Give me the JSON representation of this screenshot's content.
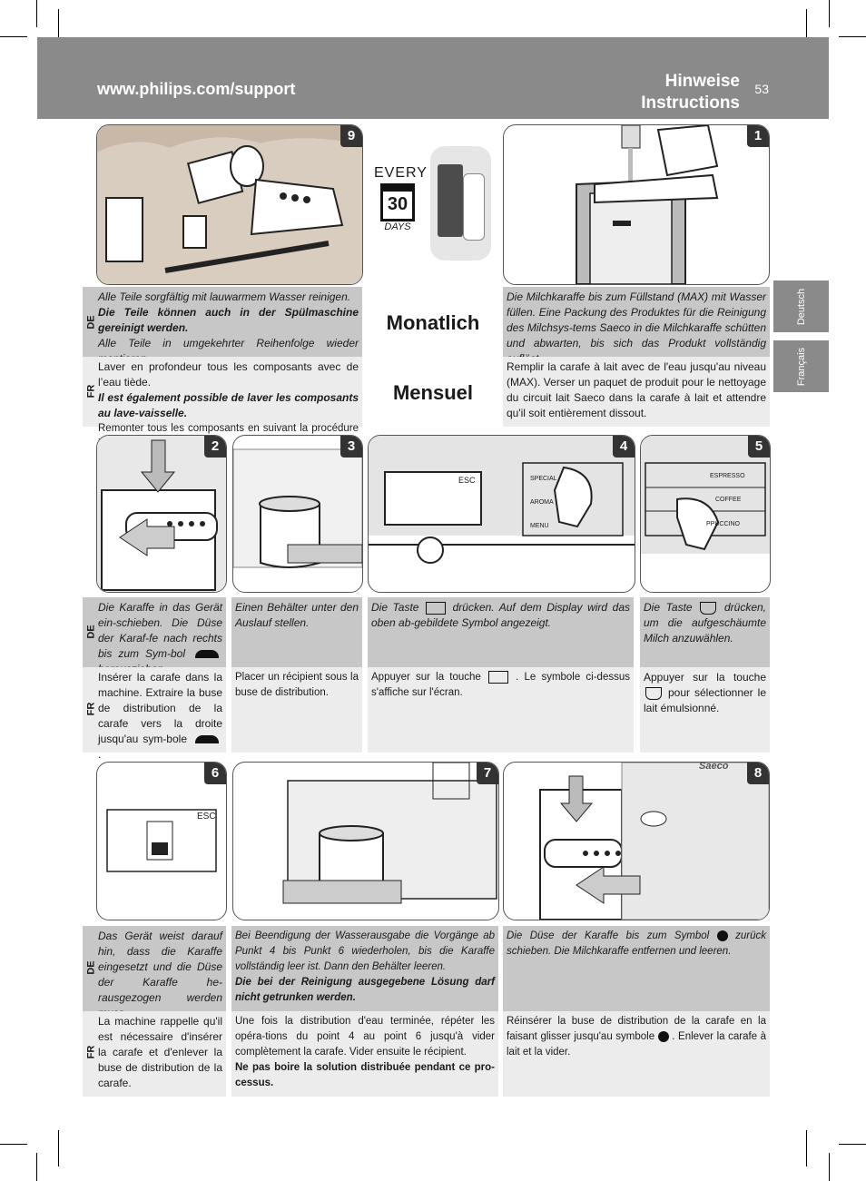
{
  "header": {
    "url": "www.philips.com/support",
    "title_line1": "Hinweise",
    "title_line2": "Instructions",
    "page_number": "53"
  },
  "side_tabs": [
    "Deutsch",
    "Français"
  ],
  "lang_labels": {
    "de": "DE",
    "fr": "FR"
  },
  "monthly": {
    "every": "EVERY",
    "days_num": "30",
    "days": "DAYS",
    "de_word": "Monatlich",
    "fr_word": "Mensuel"
  },
  "steps": {
    "s9": {
      "num": "9",
      "de1": "Alle Teile sorgfältig mit lauwarmem Wasser reinigen.",
      "de2": "Die Teile können auch in der Spülmaschine gereinigt werden.",
      "de3": "Alle Teile in umgekehrter Reihenfolge wieder montieren.",
      "fr1": "Laver en profondeur tous les composants avec de l’eau tiède.",
      "fr2": "Il est également possible de laver les composants au lave-vaisselle.",
      "fr3": "Remonter tous les composants en suivant la procédure inverse."
    },
    "s1": {
      "num": "1",
      "de": "Die Milchkaraffe bis zum Füllstand (MAX) mit Wasser füllen. Eine Packung des Produktes für die Reinigung des Milchsys-tems Saeco in die Milchkaraffe schütten und abwarten, bis sich das Produkt vollständig auflöst.",
      "fr": "Remplir la carafe à lait avec de l'eau jusqu'au niveau (MAX). Verser un paquet de produit pour le nettoyage du circuit lait Saeco dans la carafe à lait et attendre qu'il soit entièrement dissout."
    },
    "s2": {
      "num": "2",
      "de_a": "Die Karaffe in das Gerät ein-schieben. Die Düse der Karaf-fe nach rechts bis zum Sym-bol",
      "de_b": "herausziehen.",
      "fr_a": "Insérer la carafe dans la machine. Extraire la buse de distribution de la carafe vers la droite jusqu'au sym-bole",
      "fr_b": "."
    },
    "s3": {
      "num": "3",
      "de": "Einen Behälter unter den Auslauf stellen.",
      "fr": "Placer un récipient sous la buse de distribution."
    },
    "s4": {
      "num": "4",
      "de_a": "Die Taste",
      "de_b": "drücken. Auf dem Display wird das oben ab-gebildete Symbol angezeigt.",
      "fr_a": "Appuyer sur la touche",
      "fr_b": ". Le symbole ci-dessus s'affiche sur l'écran.",
      "screen_esc": "ESC",
      "labels": [
        "SPECIAL",
        "AROMA",
        "MENU"
      ]
    },
    "s5": {
      "num": "5",
      "de_a": "Die Taste",
      "de_b": "drücken, um die aufgeschäumte Milch anzuwählen.",
      "fr_a": "Appuyer sur la touche",
      "fr_b": "pour sélectionner le lait émulsionné.",
      "labels": [
        "ESPRESSO",
        "COFFEE",
        "PPUCCINO"
      ]
    },
    "s6": {
      "num": "6",
      "de": "Das Gerät weist darauf hin, dass die Karaffe eingesetzt und die Düse der Karaffe he-rausgezogen werden muss.",
      "fr": "La machine rappelle qu'il est nécessaire d'insérer la carafe et d'enlever la buse de distribution de la carafe.",
      "screen_esc": "ESC"
    },
    "s7": {
      "num": "7",
      "de1": "Bei Beendigung der Wasserausgabe die Vorgänge ab Punkt 4 bis Punkt 6 wiederholen, bis die Karaffe vollständig leer ist. Dann den Behälter leeren.",
      "de2": "Die bei der Reinigung ausgegebene Lösung darf nicht getrunken werden.",
      "fr1": "Une fois la distribution d'eau terminée, répéter les opéra-tions du point 4 au point 6 jusqu'à vider complètement la carafe. Vider ensuite le récipient.",
      "fr2": "Ne pas boire la solution distribuée pendant ce pro-cessus."
    },
    "s8": {
      "num": "8",
      "de_a": "Die Düse der Karaffe bis zum Symbol",
      "de_b": "zurück schieben. Die Milchkaraffe entfernen und leeren.",
      "fr_a": "Réinsérer la buse de distribution de la carafe en la faisant glisser jusqu'au symbole",
      "fr_b": ". Enlever la carafe à lait et la vider.",
      "brand": "Saeco"
    }
  }
}
